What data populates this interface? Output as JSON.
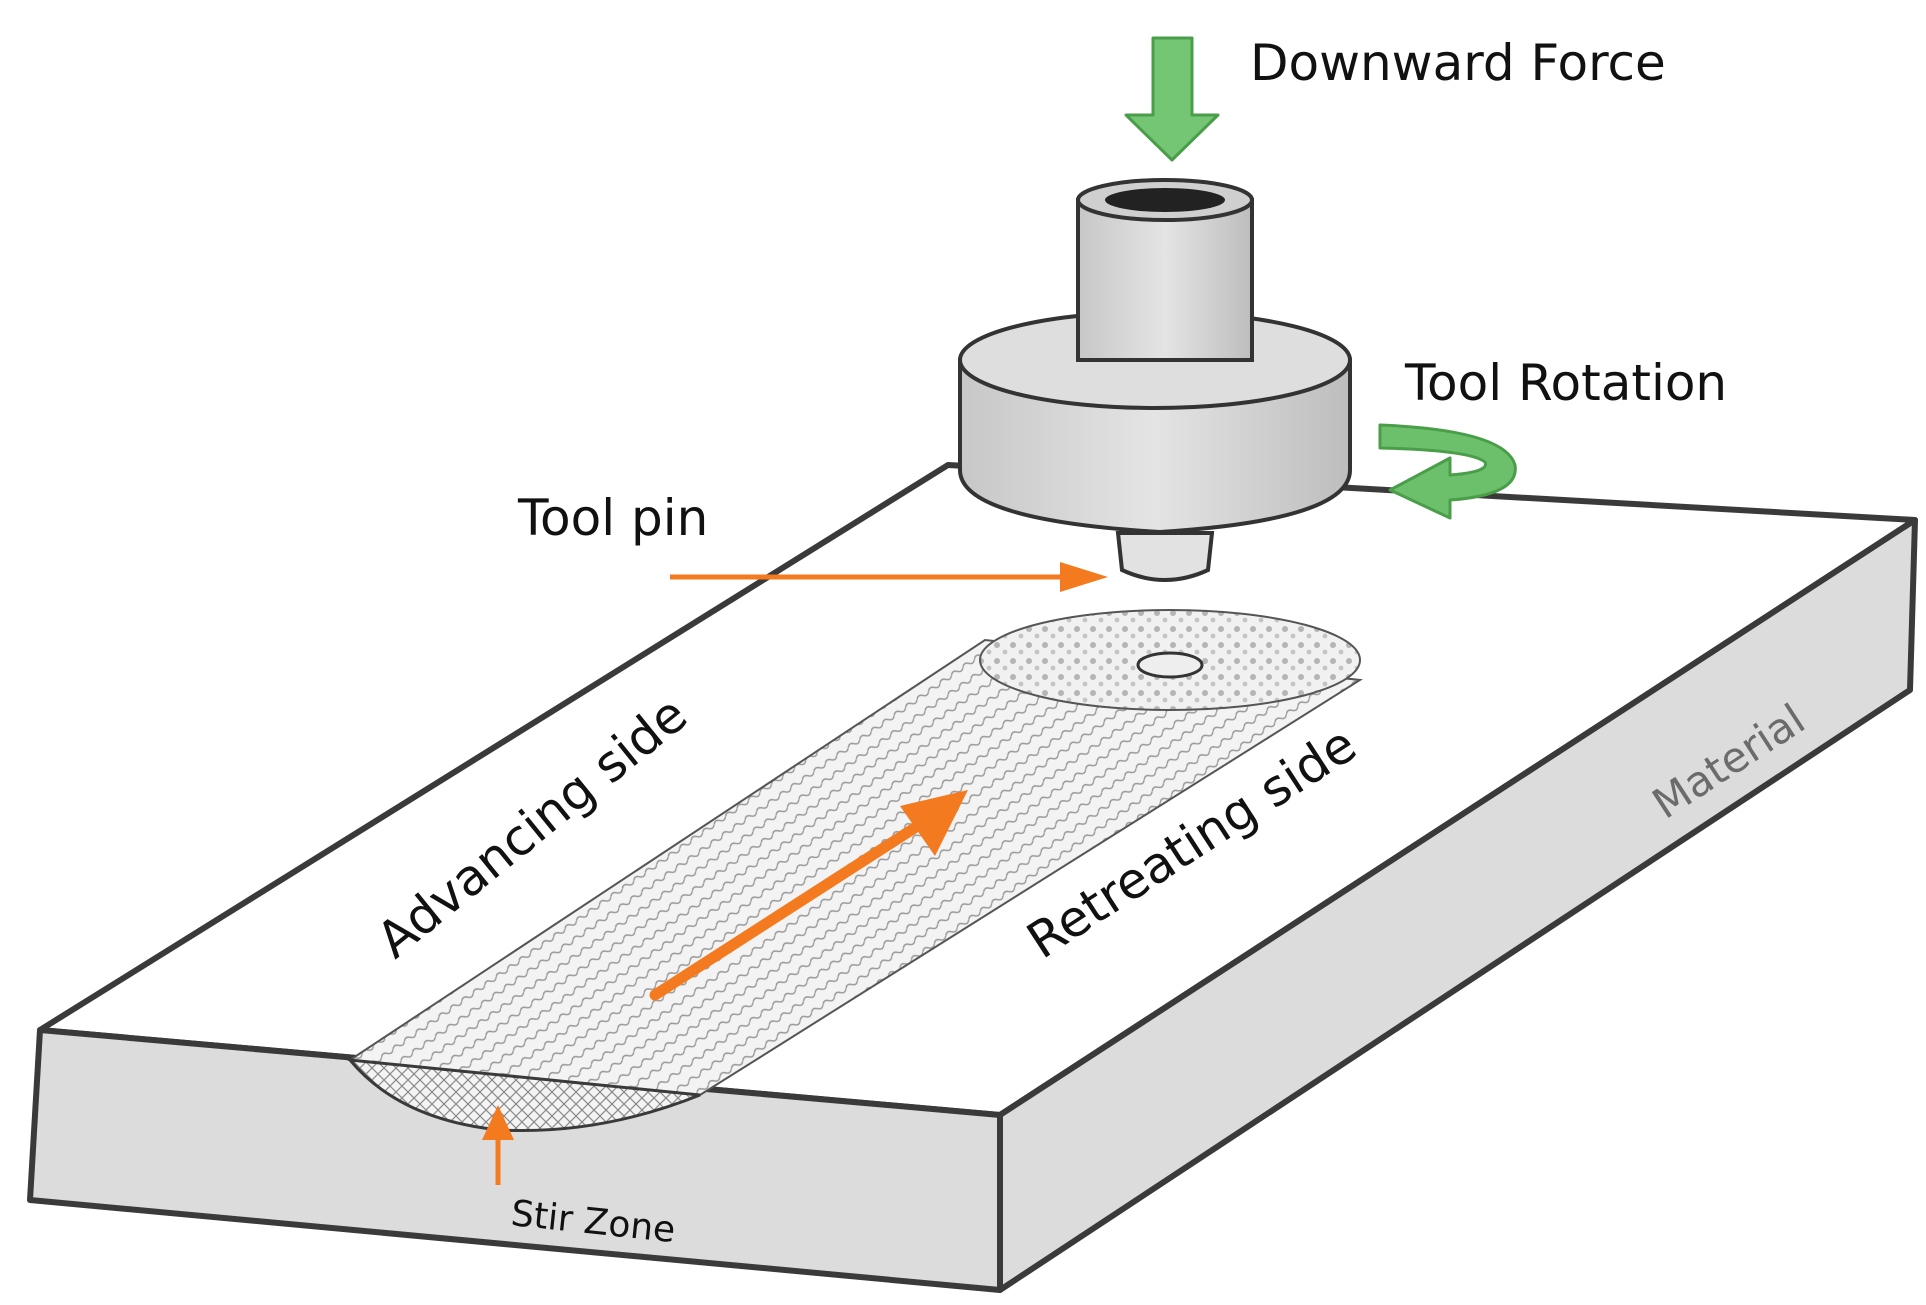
{
  "labels": {
    "downward_force": "Downward Force",
    "tool_rotation": "Tool Rotation",
    "tool_pin": "Tool pin",
    "advancing_side": "Advancing side",
    "retreating_side": "Retreating side",
    "material": "Material",
    "stir_zone": "Stir Zone"
  },
  "colors": {
    "force_arrow": "#5cb85c",
    "pointer_arrow": "#f47a20",
    "plate_fill": "#dcdcdc",
    "plate_top": "#ffffff",
    "outline": "#3a3a3a"
  },
  "icons": {
    "downward_force": "arrow-down-icon",
    "tool_rotation": "rotation-arrow-icon",
    "travel_direction": "arrow-diagonal-icon"
  }
}
